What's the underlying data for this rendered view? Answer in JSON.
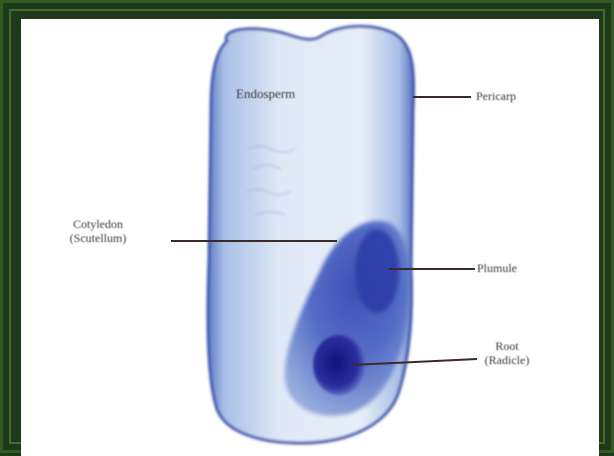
{
  "diagram": {
    "labels": {
      "endosperm": "Endosperm",
      "pericarp": "Pericarp",
      "cotyledon": "Cotyledon",
      "cotyledon_sub": "(Scutellum)",
      "plumule": "Plumule",
      "root": "Root",
      "root_sub": "(Radicle)"
    },
    "colors": {
      "frame": "#1e3819",
      "panel": "#ffffff",
      "seed_outline": "#4a63b8",
      "seed_fill": "#b9cdea",
      "embryo": "#2e3fa8",
      "radicle": "#1d1f86",
      "pointer": "#3a2a2a"
    }
  }
}
